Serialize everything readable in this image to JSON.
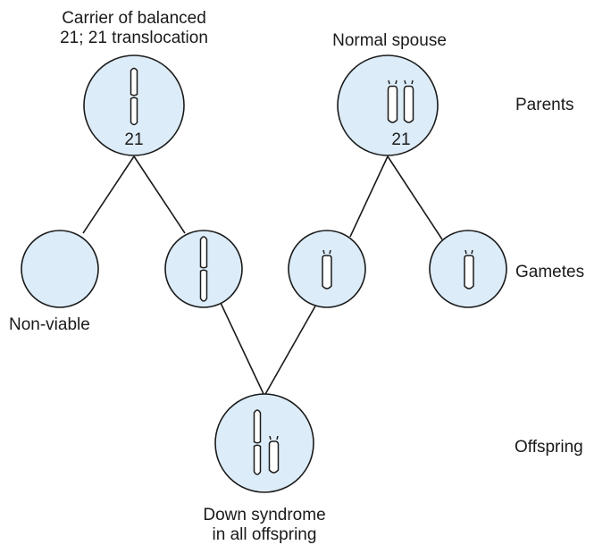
{
  "labels": {
    "carrier_line1": "Carrier of balanced",
    "carrier_line2": "21; 21 translocation",
    "normal_spouse": "Normal spouse",
    "parents": "Parents",
    "gametes": "Gametes",
    "offspring": "Offspring",
    "non_viable": "Non-viable",
    "down_line1": "Down syndrome",
    "down_line2": "in all offspring",
    "carrier_chromosome_number": "21",
    "spouse_chromosome_number": "21"
  },
  "colors": {
    "cell_fill": "#dcecf8",
    "stroke": "#1a1a1a"
  }
}
